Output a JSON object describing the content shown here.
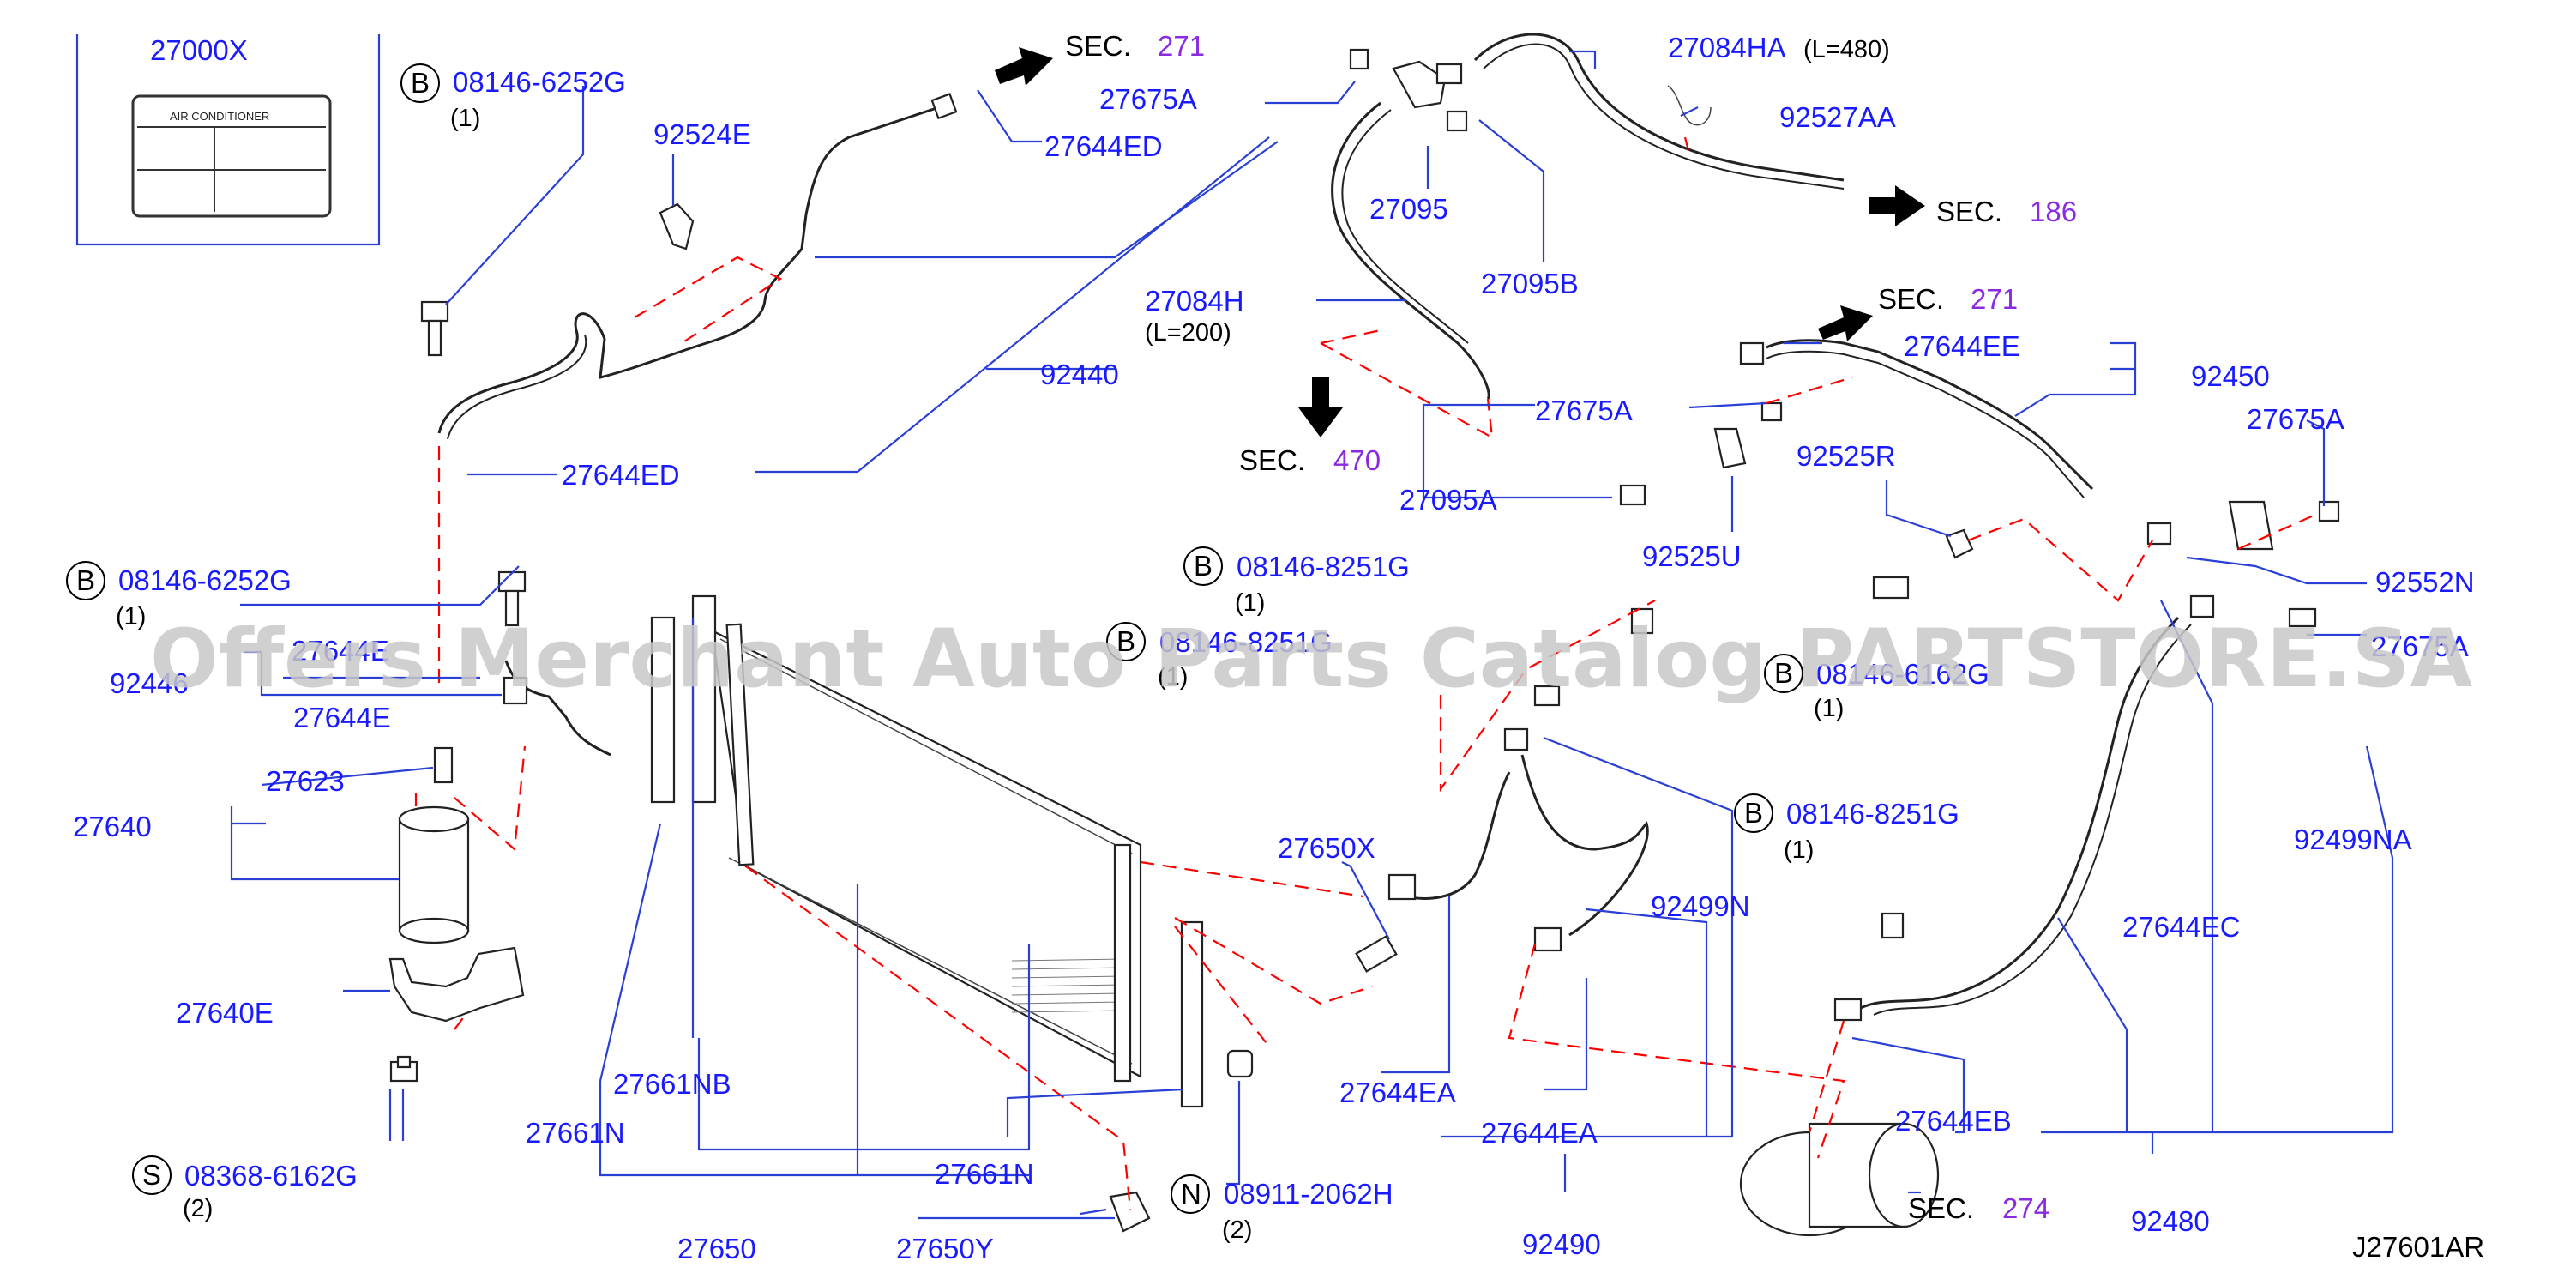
{
  "watermark": "Offers Merchant Auto Parts Catalog PARTSTORE.SA",
  "diagram_id": "J27601AR",
  "label_box": {
    "part_no": "27000X",
    "header": "AIR    CONDITIONER"
  },
  "sections": [
    {
      "prefix": "SEC.",
      "number": "271"
    },
    {
      "prefix": "SEC.",
      "number": "186"
    },
    {
      "prefix": "SEC.",
      "number": "470"
    },
    {
      "prefix": "SEC.",
      "number": "271"
    },
    {
      "prefix": "SEC.",
      "number": "274"
    }
  ],
  "bolt_refs": [
    {
      "symbol": "B",
      "part": "08146-6252G",
      "qty": "(1)"
    },
    {
      "symbol": "B",
      "part": "08146-6252G",
      "qty": "(1)"
    },
    {
      "symbol": "B",
      "part": "08146-8251G",
      "qty": "(1)"
    },
    {
      "symbol": "B",
      "part": "08146-8251G",
      "qty": "(1)"
    },
    {
      "symbol": "B",
      "part": "08146-6162G",
      "qty": "(1)"
    },
    {
      "symbol": "B",
      "part": "08146-8251G",
      "qty": "(1)"
    },
    {
      "symbol": "S",
      "part": "08368-6162G",
      "qty": "(2)"
    },
    {
      "symbol": "N",
      "part": "08911-2062H",
      "qty": "(2)"
    }
  ],
  "notes": {
    "l480": "(L=480)",
    "l200": "(L=200)"
  },
  "callouts": [
    "27000X",
    "92524E",
    "27644ED",
    "92440",
    "27644ED",
    "27675A",
    "27095",
    "27084HA",
    "92527AA",
    "27095B",
    "27084H",
    "27675A",
    "27095A",
    "27644EE",
    "92450",
    "27675A",
    "92525R",
    "92525U",
    "92552N",
    "27675A",
    "27644E",
    "92446",
    "27644E",
    "27623",
    "27640",
    "27640E",
    "27661NB",
    "27661N",
    "27661N",
    "27650",
    "27650Y",
    "27650X",
    "27644EA",
    "27644EA",
    "92499N",
    "92490",
    "92499NA",
    "27644EC",
    "27644EB",
    "92480"
  ]
}
